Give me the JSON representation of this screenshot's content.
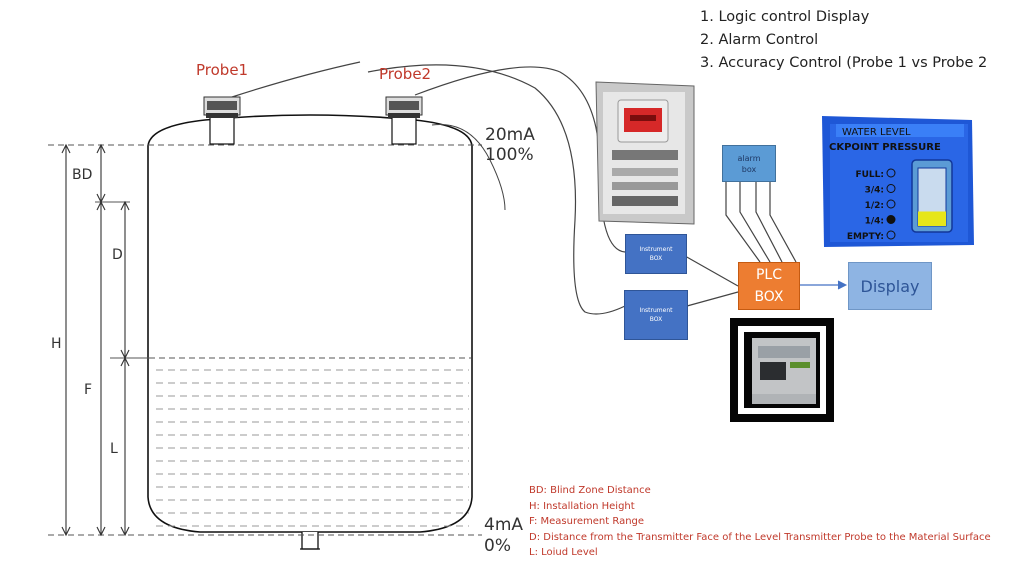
{
  "notes": [
    "1. Logic control Display",
    "2. Alarm Control",
    "3. Accuracy Control (Probe 1 vs Probe 2"
  ],
  "probes": {
    "probe1": "Probe1",
    "probe2": "Probe2"
  },
  "scale": {
    "top_ma": "20mA",
    "top_pct": "100%",
    "bottom_ma": "4mA",
    "bottom_pct": "0%"
  },
  "dimensions": {
    "bd": "BD",
    "d": "D",
    "h": "H",
    "f": "F",
    "l": "L"
  },
  "boxes": {
    "instrument1": "Instrument\nBOX",
    "instrument2": "Instrument\nBOX",
    "alarm": "alarm\nbox",
    "plc": "PLC\nBOX",
    "display": "Display"
  },
  "indicator_panel": {
    "title": "WATER LEVEL",
    "subtitle": "CKPOINT PRESSURE",
    "levels": [
      "FULL:",
      "3/4:",
      "1/2:",
      "1/4:",
      "EMPTY:"
    ],
    "active_level": "1/4:",
    "fill_fraction": 0.25
  },
  "legend": [
    "BD: Blind Zone Distance",
    "H: Installation Height",
    "F: Measurement Range",
    "D: Distance from the Transmitter Face of the Level Transmitter Probe to the Material Surface",
    "L: Loiud Level"
  ],
  "colors": {
    "accent_red": "#c0392b",
    "instrument_blue": "#4472c4",
    "plc_orange": "#ed7d31",
    "display_blue": "#8eb4e3"
  }
}
